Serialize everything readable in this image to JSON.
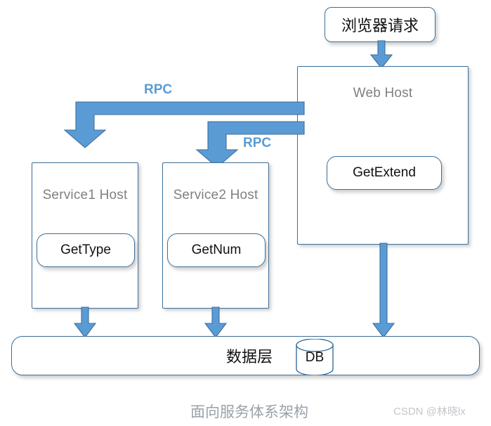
{
  "diagram": {
    "caption": "面向服务体系架构",
    "watermark": "CSDN @林晓lx",
    "colors": {
      "arrow_fill": "#5b9bd5",
      "arrow_stroke": "#3b6e99",
      "node_border": "#3b6e99",
      "host_title": "#808080",
      "rpc_label": "#5b9bd5",
      "caption": "#9aa2ab",
      "watermark": "#c3c7cb",
      "background": "#ffffff"
    }
  },
  "nodes": {
    "browser_request": {
      "label": "浏览器请求"
    },
    "web_host": {
      "title": "Web Host",
      "method": "GetExtend"
    },
    "service1_host": {
      "title": "Service1 Host",
      "method": "GetType"
    },
    "service2_host": {
      "title": "Service2 Host",
      "method": "GetNum"
    },
    "data_layer": {
      "label": "数据层",
      "db_label": "DB"
    }
  },
  "edges": {
    "browser_to_web": {
      "label": ""
    },
    "web_to_service1": {
      "label": "RPC"
    },
    "web_to_service2": {
      "label": "RPC"
    },
    "service1_to_data": {
      "label": ""
    },
    "service2_to_data": {
      "label": ""
    },
    "web_to_data": {
      "label": ""
    }
  }
}
